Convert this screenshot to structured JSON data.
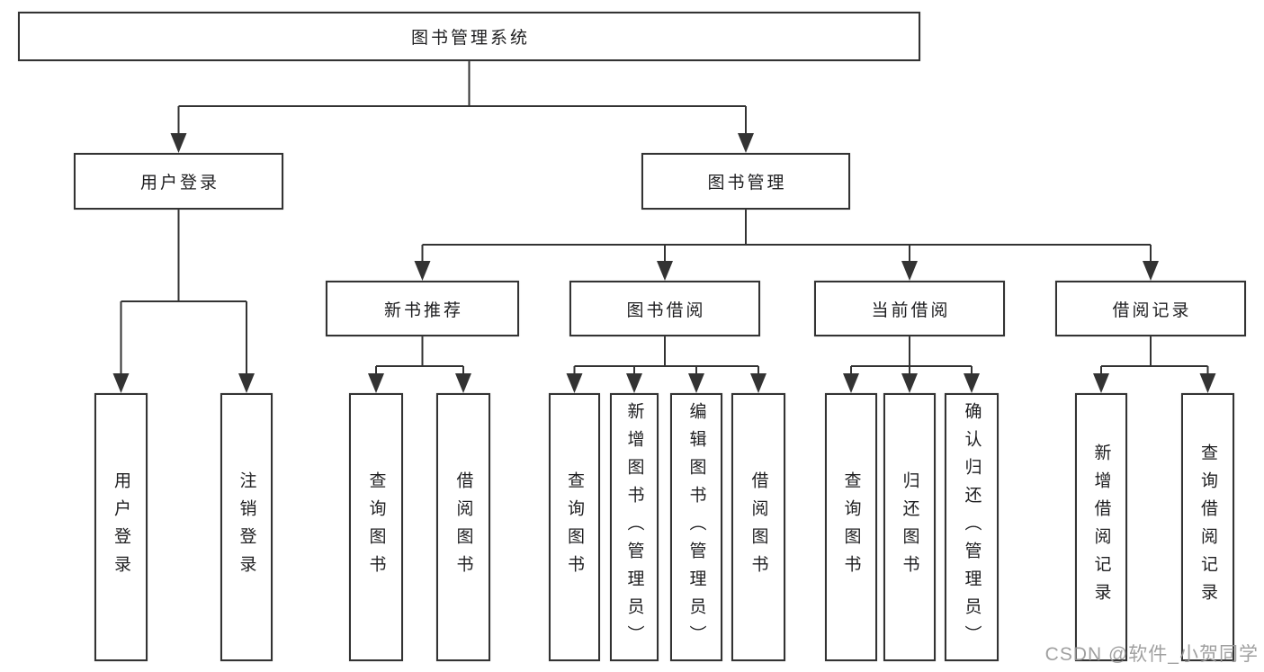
{
  "tree": {
    "root": "图书管理系统",
    "branches": [
      {
        "label": "用户登录",
        "children": [
          "用户登录",
          "注销登录"
        ]
      },
      {
        "label": "图书管理",
        "sections": [
          {
            "label": "新书推荐",
            "children": [
              "查询图书",
              "借阅图书"
            ]
          },
          {
            "label": "图书借阅",
            "children": [
              "查询图书",
              "新增图书（管理员）",
              "编辑图书（管理员）",
              "借阅图书"
            ]
          },
          {
            "label": "当前借阅",
            "children": [
              "查询图书",
              "归还图书",
              "确认归还（管理员）"
            ]
          },
          {
            "label": "借阅记录",
            "children": [
              "新增借阅记录",
              "查询借阅记录"
            ]
          }
        ]
      }
    ]
  },
  "colors": {
    "line": "#333333",
    "text": "#1e1e20",
    "watermark": "#989898",
    "background": "#ffffff"
  },
  "watermark": "CSDN @软件_小贺同学"
}
